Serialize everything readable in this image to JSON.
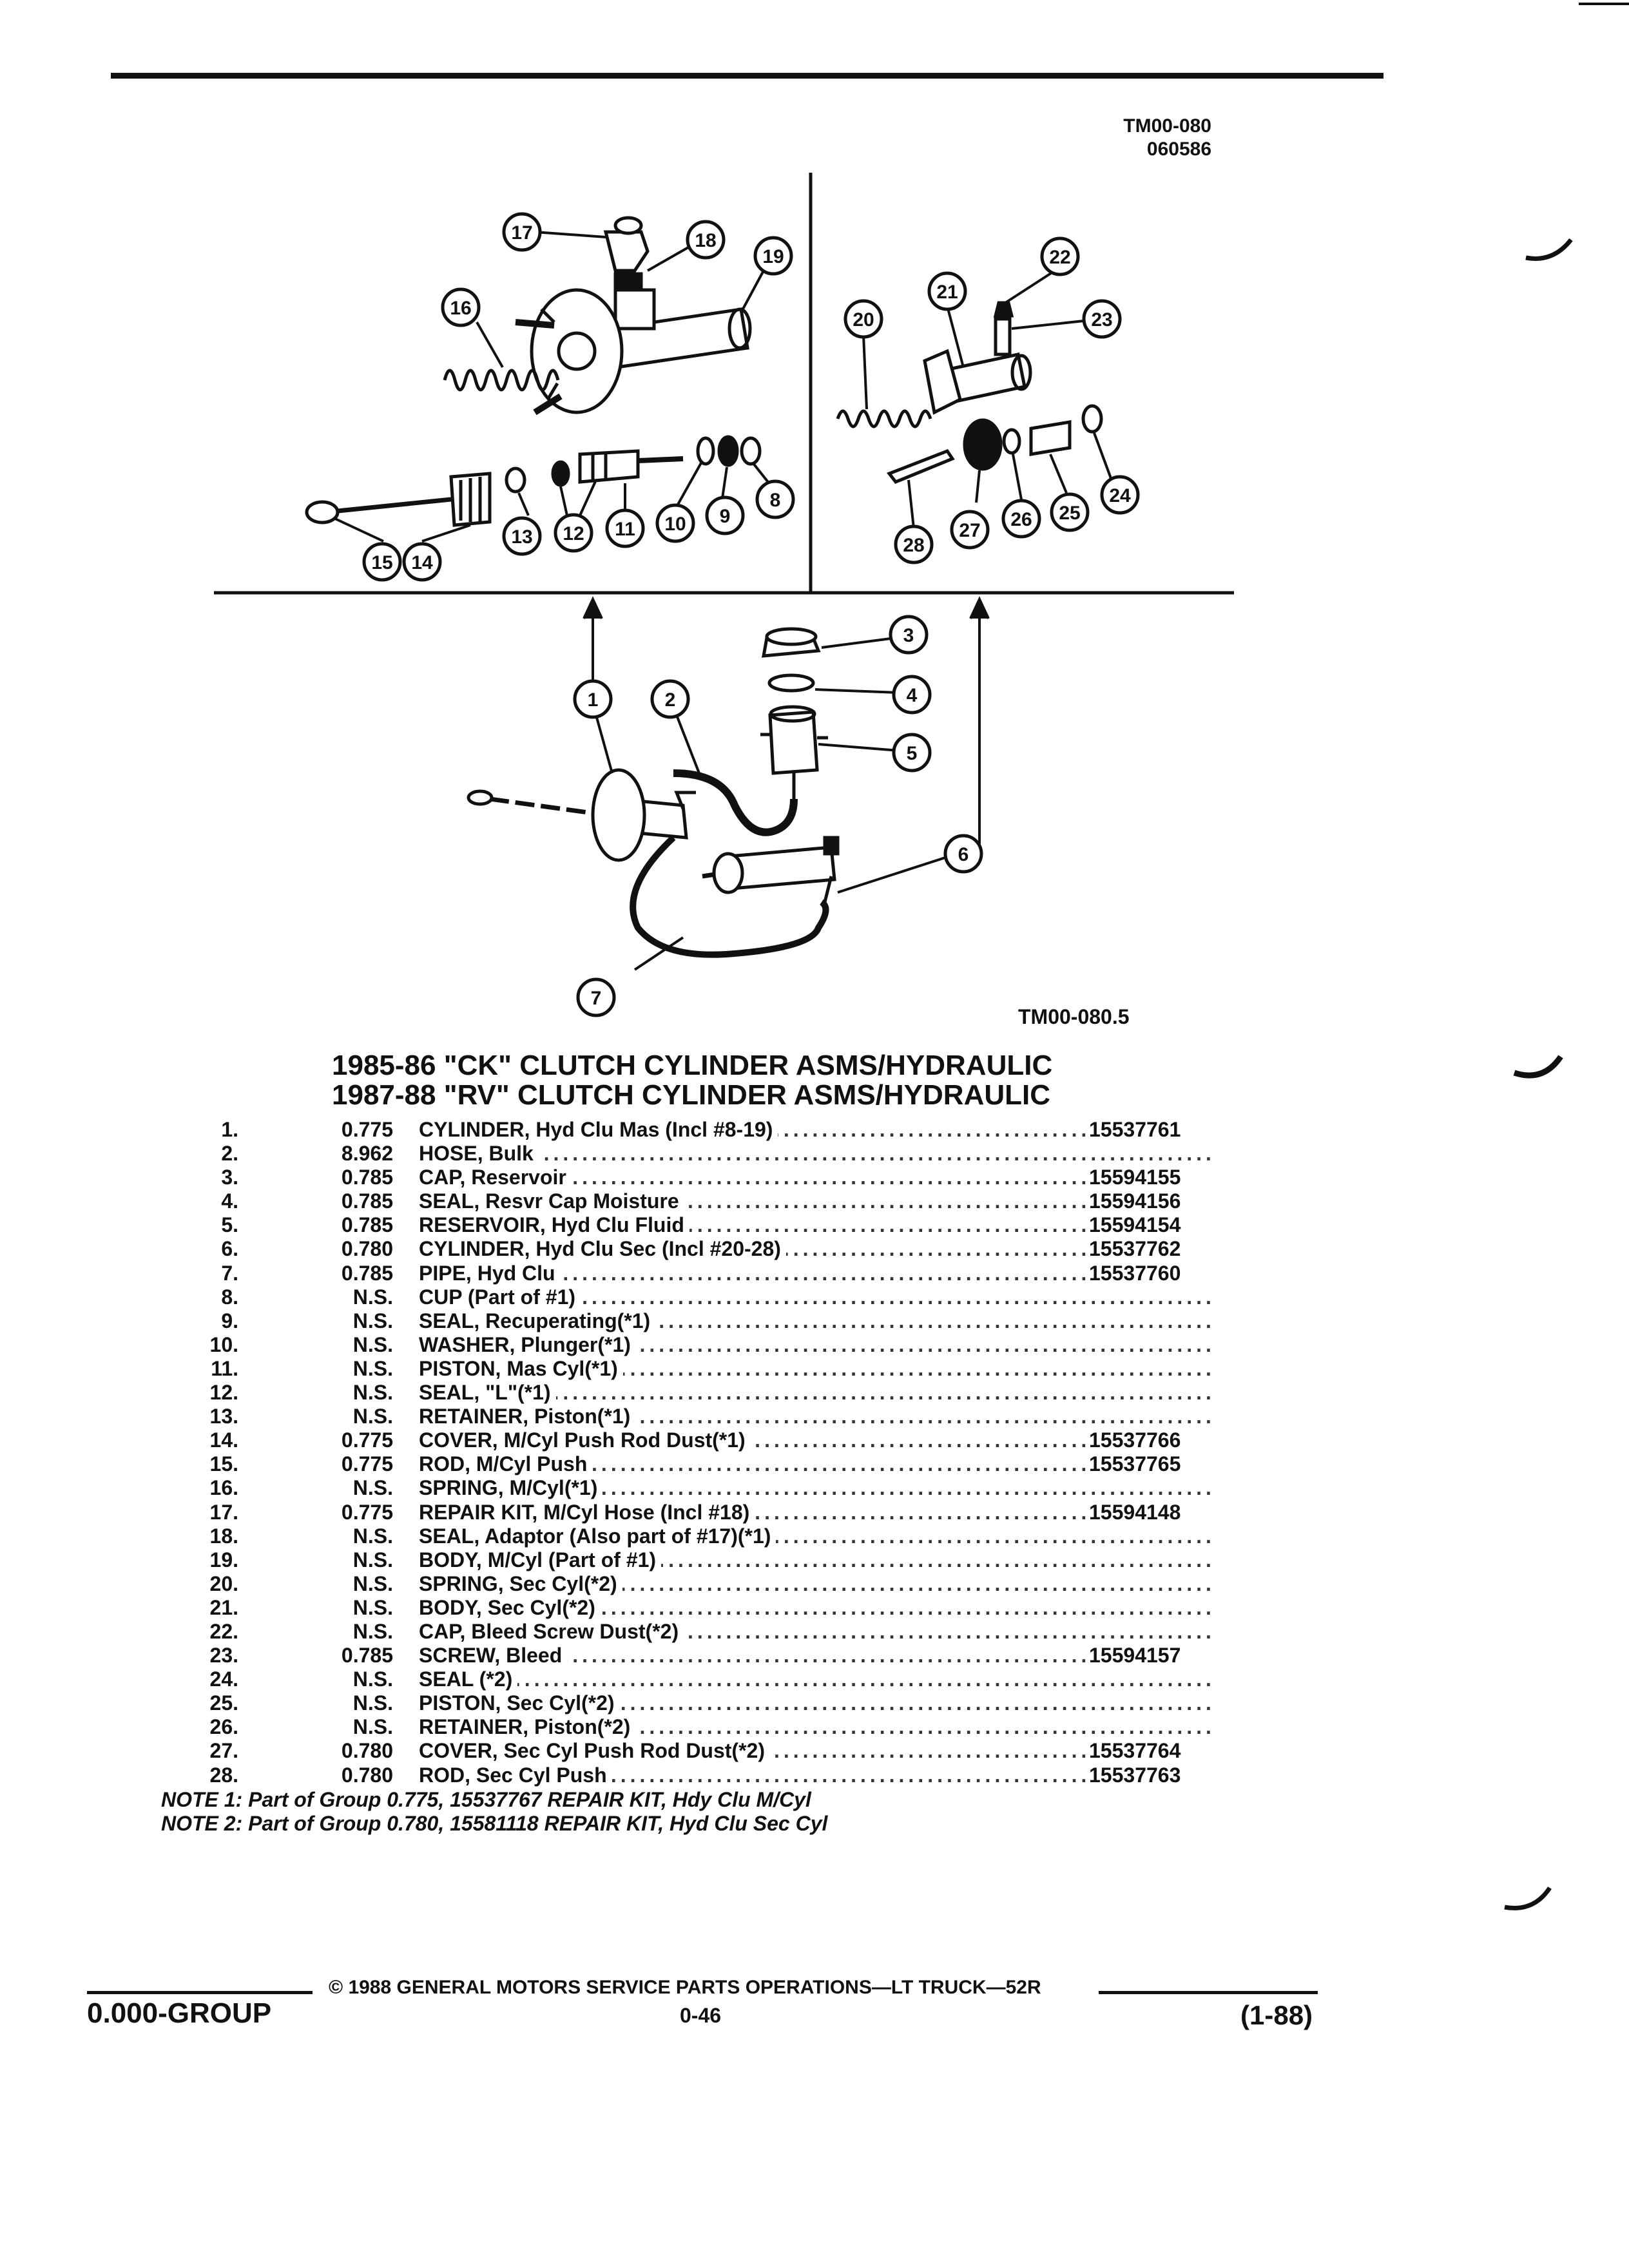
{
  "header": {
    "code_line1": "TM00-080",
    "code_line2": "060586"
  },
  "figure": {
    "label": "TM00-080.5",
    "callouts": [
      "1",
      "2",
      "3",
      "4",
      "5",
      "6",
      "7",
      "8",
      "9",
      "10",
      "11",
      "12",
      "13",
      "14",
      "15",
      "16",
      "17",
      "18",
      "19",
      "20",
      "21",
      "22",
      "23",
      "24",
      "25",
      "26",
      "27",
      "28"
    ]
  },
  "titles": {
    "line1": "1985-86 \"CK\" CLUTCH CYLINDER ASMS/HYDRAULIC",
    "line2": "1987-88 \"RV\" CLUTCH CYLINDER ASMS/HYDRAULIC"
  },
  "parts": [
    {
      "num": "1.",
      "group": "0.775",
      "desc": "CYLINDER, Hyd Clu Mas (Incl #8-19)",
      "pn": "15537761"
    },
    {
      "num": "2.",
      "group": "8.962",
      "desc": "HOSE, Bulk",
      "pn": ""
    },
    {
      "num": "3.",
      "group": "0.785",
      "desc": "CAP, Reservoir",
      "pn": "15594155"
    },
    {
      "num": "4.",
      "group": "0.785",
      "desc": "SEAL, Resvr Cap Moisture",
      "pn": "15594156"
    },
    {
      "num": "5.",
      "group": "0.785",
      "desc": "RESERVOIR, Hyd Clu Fluid",
      "pn": "15594154"
    },
    {
      "num": "6.",
      "group": "0.780",
      "desc": "CYLINDER, Hyd Clu Sec (Incl #20-28)",
      "pn": "15537762"
    },
    {
      "num": "7.",
      "group": "0.785",
      "desc": "PIPE, Hyd Clu",
      "pn": "15537760"
    },
    {
      "num": "8.",
      "group": "N.S.",
      "desc": "CUP (Part of #1)",
      "pn": ""
    },
    {
      "num": "9.",
      "group": "N.S.",
      "desc": "SEAL, Recuperating(*1)",
      "pn": ""
    },
    {
      "num": "10.",
      "group": "N.S.",
      "desc": "WASHER, Plunger(*1)",
      "pn": ""
    },
    {
      "num": "11.",
      "group": "N.S.",
      "desc": "PISTON, Mas Cyl(*1)",
      "pn": ""
    },
    {
      "num": "12.",
      "group": "N.S.",
      "desc": "SEAL, \"L\"(*1)",
      "pn": ""
    },
    {
      "num": "13.",
      "group": "N.S.",
      "desc": "RETAINER, Piston(*1)",
      "pn": ""
    },
    {
      "num": "14.",
      "group": "0.775",
      "desc": "COVER, M/Cyl Push Rod Dust(*1)",
      "pn": "15537766"
    },
    {
      "num": "15.",
      "group": "0.775",
      "desc": "ROD, M/Cyl Push",
      "pn": "15537765"
    },
    {
      "num": "16.",
      "group": "N.S.",
      "desc": "SPRING, M/Cyl(*1)",
      "pn": ""
    },
    {
      "num": "17.",
      "group": "0.775",
      "desc": "REPAIR KIT, M/Cyl Hose (Incl #18)",
      "pn": "15594148"
    },
    {
      "num": "18.",
      "group": "N.S.",
      "desc": "SEAL, Adaptor (Also part of #17)(*1)",
      "pn": ""
    },
    {
      "num": "19.",
      "group": "N.S.",
      "desc": "BODY, M/Cyl (Part of #1)",
      "pn": ""
    },
    {
      "num": "20.",
      "group": "N.S.",
      "desc": "SPRING, Sec Cyl(*2)",
      "pn": ""
    },
    {
      "num": "21.",
      "group": "N.S.",
      "desc": "BODY, Sec Cyl(*2)",
      "pn": ""
    },
    {
      "num": "22.",
      "group": "N.S.",
      "desc": "CAP, Bleed Screw Dust(*2)",
      "pn": ""
    },
    {
      "num": "23.",
      "group": "0.785",
      "desc": "SCREW, Bleed",
      "pn": "15594157"
    },
    {
      "num": "24.",
      "group": "N.S.",
      "desc": "SEAL (*2)",
      "pn": ""
    },
    {
      "num": "25.",
      "group": "N.S.",
      "desc": "PISTON, Sec Cyl(*2)",
      "pn": ""
    },
    {
      "num": "26.",
      "group": "N.S.",
      "desc": "RETAINER, Piston(*2)",
      "pn": ""
    },
    {
      "num": "27.",
      "group": "0.780",
      "desc": "COVER, Sec Cyl Push Rod Dust(*2)",
      "pn": "15537764"
    },
    {
      "num": "28.",
      "group": "0.780",
      "desc": "ROD, Sec Cyl Push",
      "pn": "15537763"
    }
  ],
  "notes": [
    "NOTE 1: Part of Group 0.775, 15537767 REPAIR KIT, Hdy Clu M/Cyl",
    "NOTE 2: Part of Group 0.780, 15581118 REPAIR KIT, Hyd Clu Sec Cyl"
  ],
  "footer": {
    "copyright": "© 1988 GENERAL MOTORS SERVICE PARTS OPERATIONS—LT TRUCK—52R",
    "group": "0.000-GROUP",
    "page": "0-46",
    "date": "(1-88)"
  }
}
